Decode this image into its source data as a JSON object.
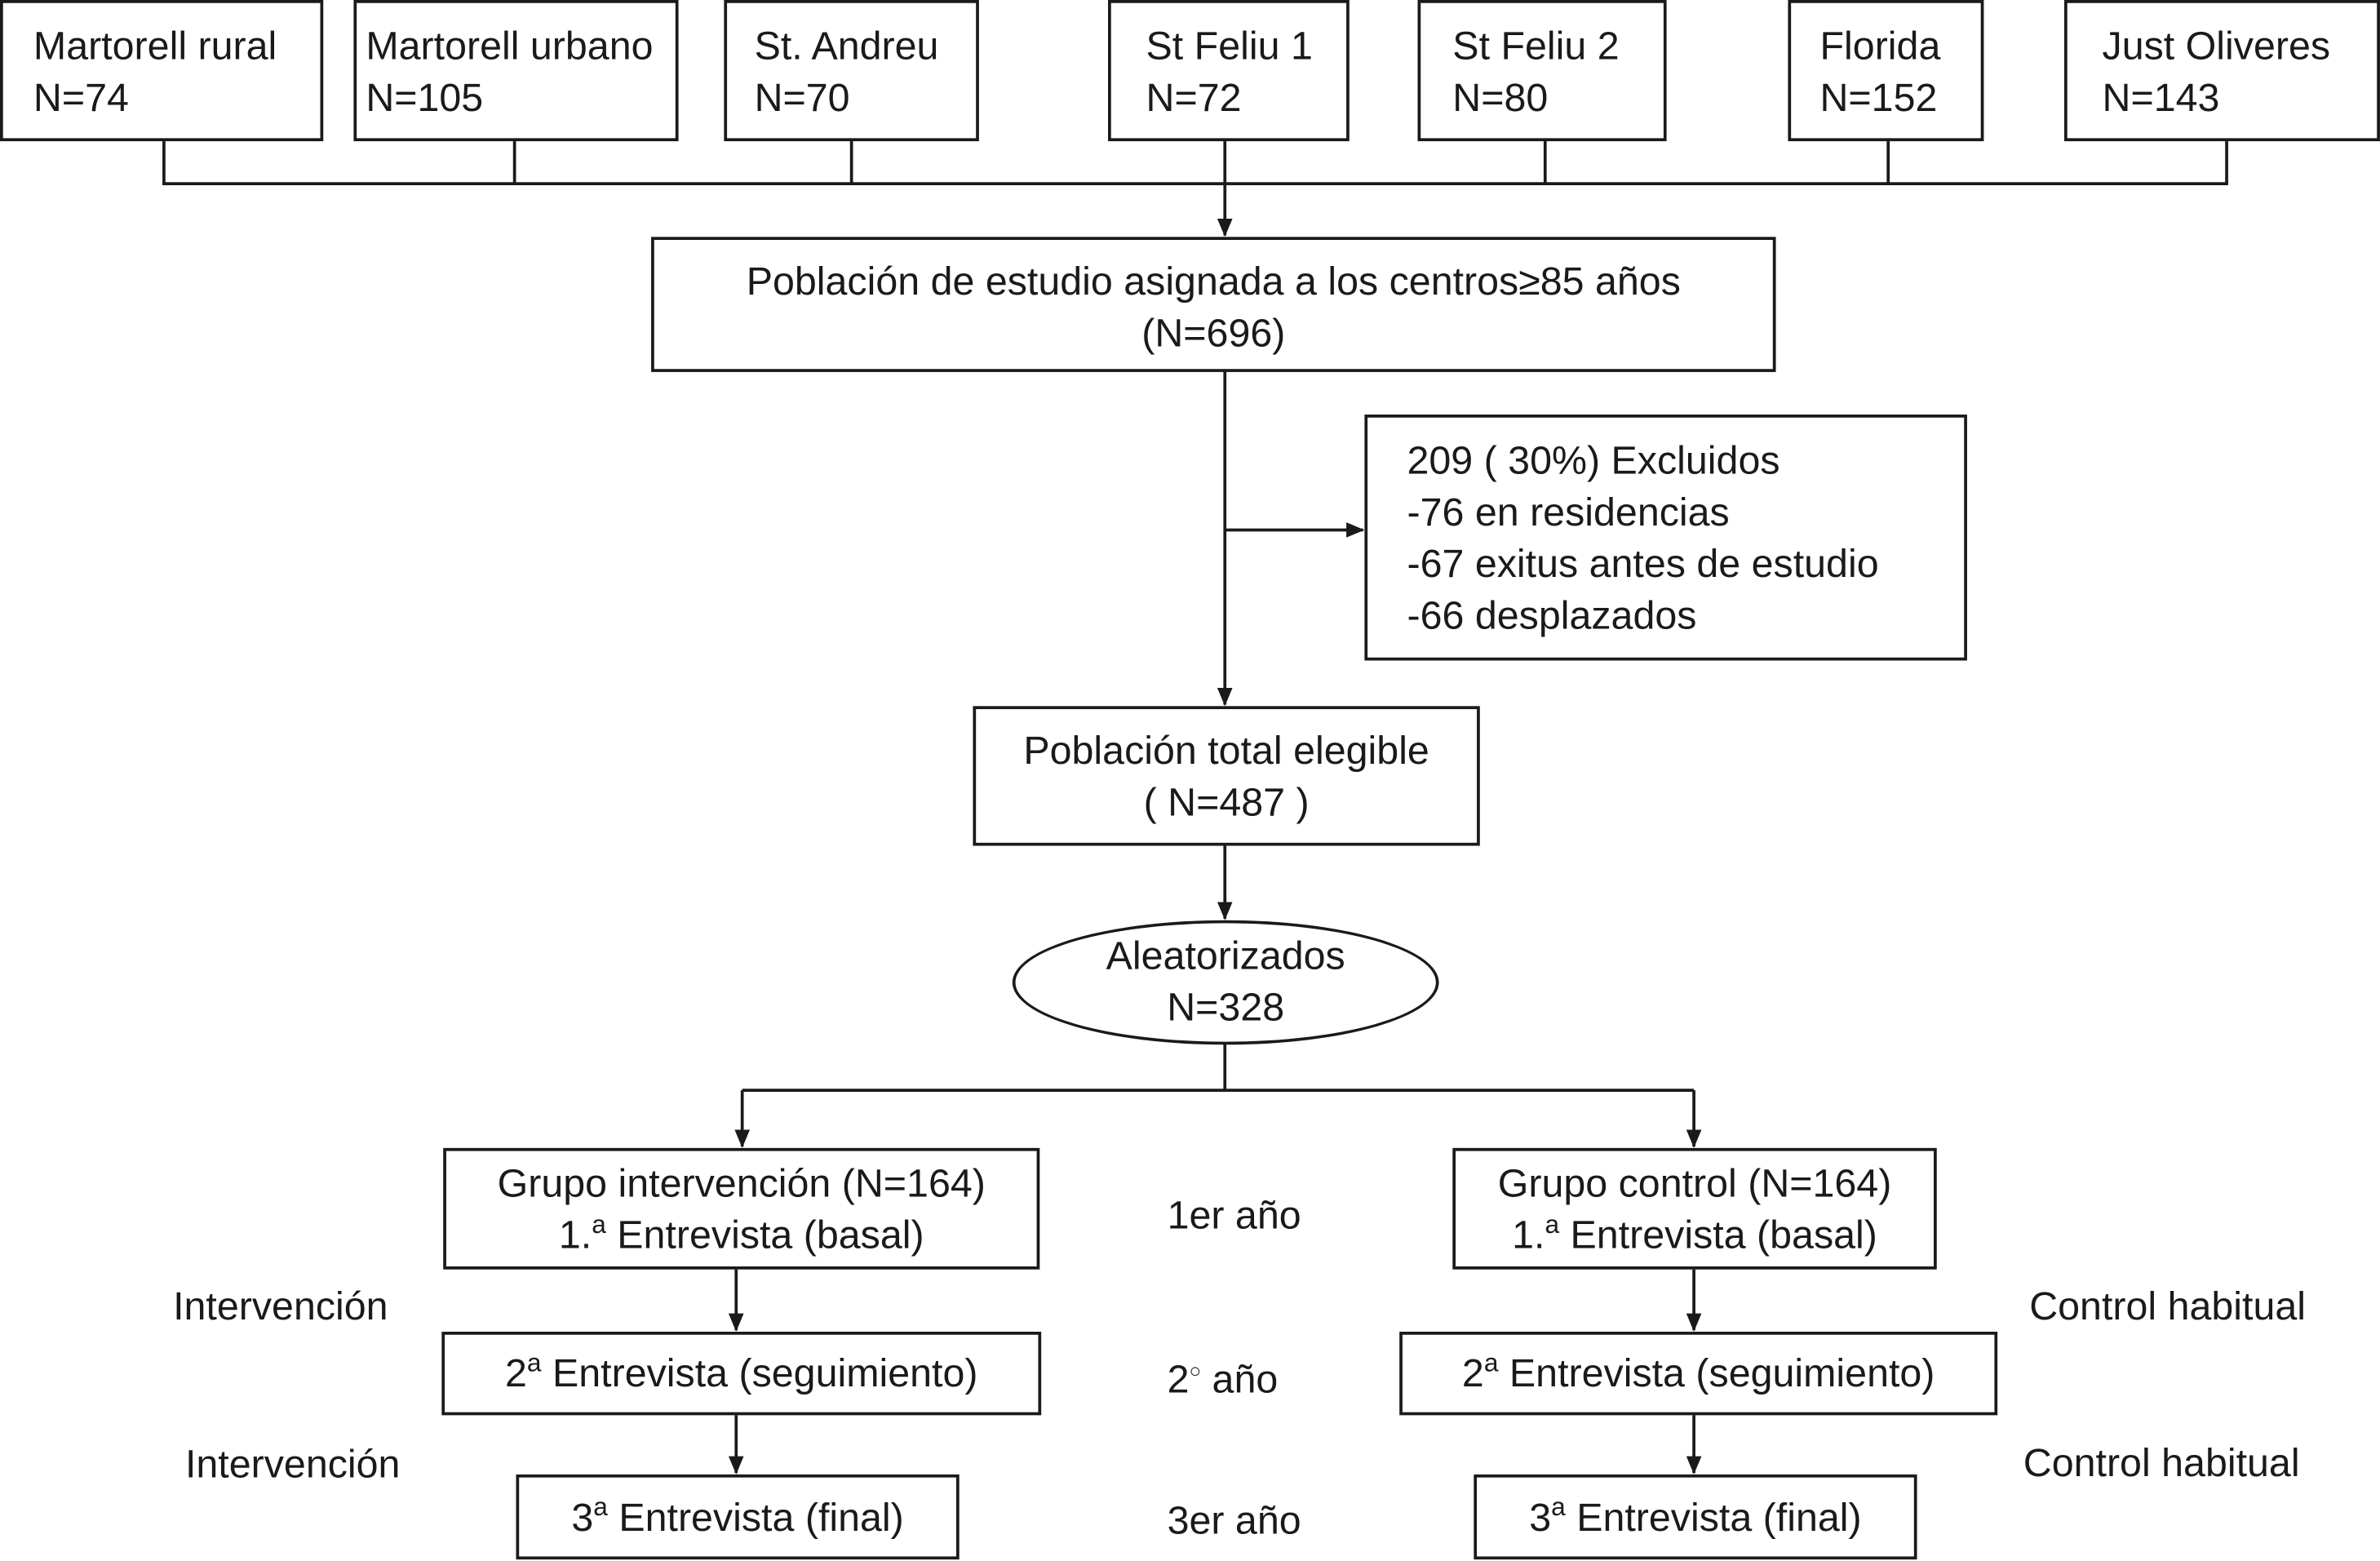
{
  "centers": [
    {
      "name": "Martorell rural",
      "n": "N=74"
    },
    {
      "name": "Martorell urbano",
      "n": "N=105"
    },
    {
      "name": "St. Andreu",
      "n": "N=70"
    },
    {
      "name": "St Feliu 1",
      "n": "N=72"
    },
    {
      "name": "St Feliu 2",
      "n": "N=80"
    },
    {
      "name": "Florida",
      "n": "N=152"
    },
    {
      "name": "Just Oliveres",
      "n": "N=143"
    }
  ],
  "study_population": {
    "line1": "Población de estudio asignada a los centros≥85 años",
    "line2": "(N=696)"
  },
  "excluded": {
    "title": "209 ( 30%) Excluidos",
    "items": [
      "-76 en residencias",
      "-67 exitus antes de estudio",
      "-66 desplazados"
    ]
  },
  "eligible": {
    "line1": "Población total elegible",
    "line2": "( N=487 )"
  },
  "randomized": {
    "line1": "Aleatorizados",
    "line2": "N=328"
  },
  "intervention_group": {
    "line1": "Grupo intervención (N=164)",
    "interview1_prefix": "1.",
    "interview1_sup": "a",
    "interview1_rest": " Entrevista (basal)",
    "interview2_prefix": "2",
    "interview2_sup": "a",
    "interview2_rest": " Entrevista (seguimiento)",
    "interview3_prefix": "3",
    "interview3_sup": "a",
    "interview3_rest": " Entrevista (final)",
    "side_label_1": "Intervención",
    "side_label_2": "Intervención"
  },
  "control_group": {
    "line1": "Grupo control (N=164)",
    "interview1_prefix": "1.",
    "interview1_sup": "a",
    "interview1_rest": " Entrevista (basal)",
    "interview2_prefix": "2",
    "interview2_sup": "a",
    "interview2_rest": " Entrevista (seguimiento)",
    "interview3_prefix": "3",
    "interview3_sup": "a",
    "interview3_rest": " Entrevista (final)",
    "side_label_1": "Control habitual",
    "side_label_2": "Control habitual"
  },
  "years": {
    "year1": "1er año",
    "year2_prefix": "2",
    "year2_sup": "○",
    "year2_rest": " año",
    "year3": "3er año"
  }
}
